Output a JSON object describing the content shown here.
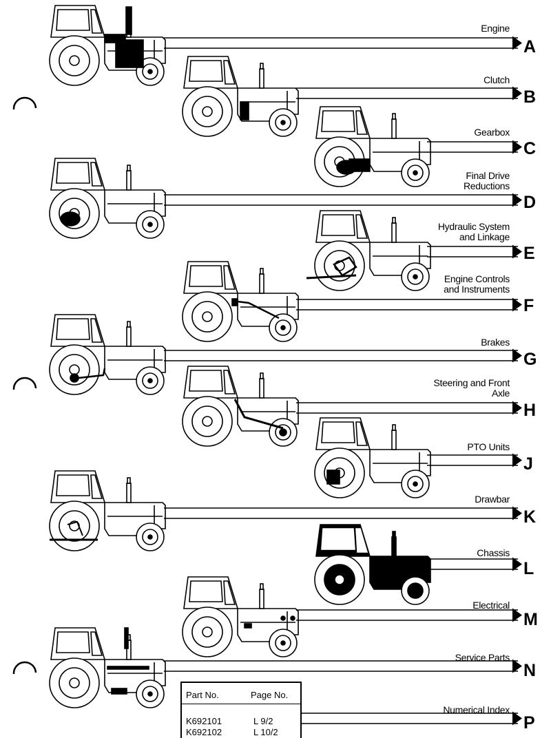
{
  "sections": [
    {
      "label": [
        "Engine"
      ],
      "letter": "A"
    },
    {
      "label": [
        "Clutch"
      ],
      "letter": "B"
    },
    {
      "label": [
        "Gearbox"
      ],
      "letter": "C"
    },
    {
      "label": [
        "Final Drive",
        "Reductions"
      ],
      "letter": "D"
    },
    {
      "label": [
        "Hydraulic System",
        "and Linkage"
      ],
      "letter": "E"
    },
    {
      "label": [
        "Engine Controls",
        "and Instruments"
      ],
      "letter": "F"
    },
    {
      "label": [
        "Brakes"
      ],
      "letter": "G"
    },
    {
      "label": [
        "Steering and Front",
        "Axle"
      ],
      "letter": "H"
    },
    {
      "label": [
        "PTO Units"
      ],
      "letter": "J"
    },
    {
      "label": [
        "Drawbar"
      ],
      "letter": "K"
    },
    {
      "label": [
        "Chassis"
      ],
      "letter": "L"
    },
    {
      "label": [
        "Electrical"
      ],
      "letter": "M"
    },
    {
      "label": [
        "Service Parts"
      ],
      "letter": "N"
    },
    {
      "label": [
        "Numerical Index"
      ],
      "letter": "P"
    }
  ],
  "index_table": {
    "headers": [
      "Part No.",
      "Page No."
    ],
    "rows": [
      [
        "K692101",
        "L 9/2"
      ],
      [
        "K692102",
        "L 10/2"
      ]
    ]
  }
}
